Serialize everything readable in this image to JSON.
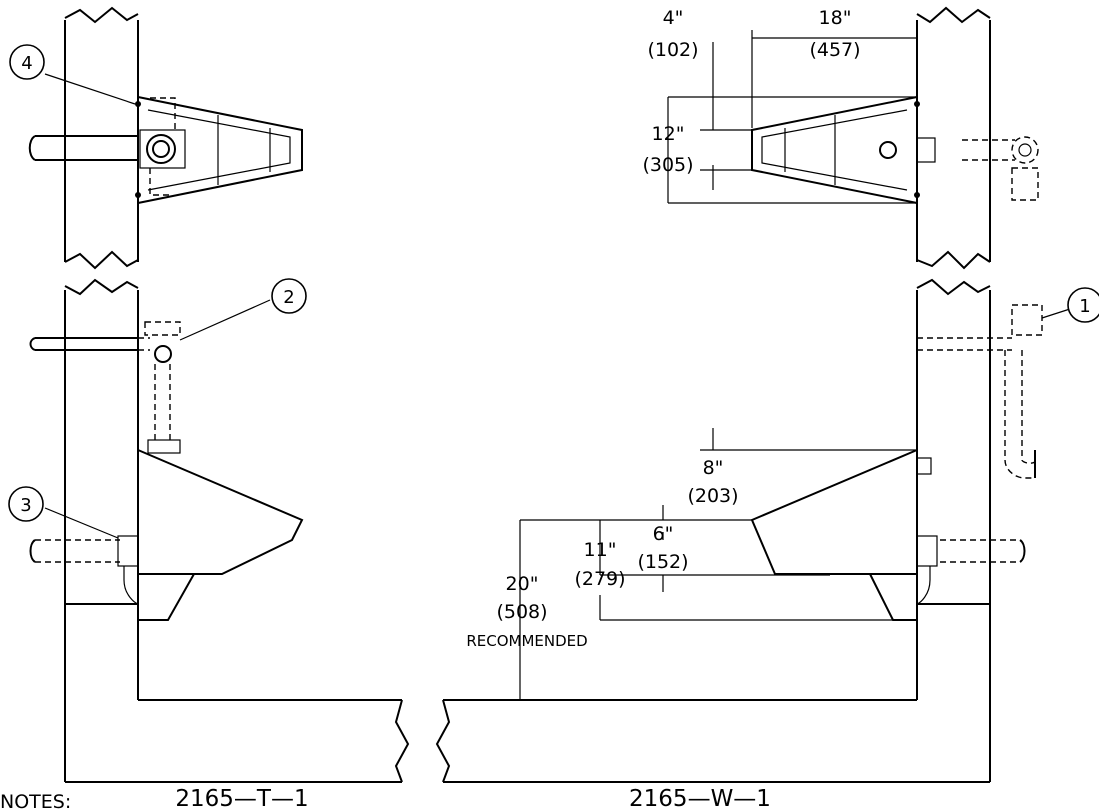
{
  "callouts": [
    "1",
    "2",
    "3",
    "4"
  ],
  "dimensions": {
    "d18": {
      "in": "18\"",
      "mm": "(457)"
    },
    "d4": {
      "in": "4\"",
      "mm": "(102)"
    },
    "d12": {
      "in": "12\"",
      "mm": "(305)"
    },
    "d8": {
      "in": "8\"",
      "mm": "(203)"
    },
    "d6": {
      "in": "6\"",
      "mm": "(152)"
    },
    "d11": {
      "in": "11\"",
      "mm": "(279)"
    },
    "d20": {
      "in": "20\"",
      "mm": "(508)",
      "note": "RECOMMENDED"
    }
  },
  "captions": {
    "left": "2165—T—1",
    "right": "2165—W—1"
  },
  "notes_label": "NOTES:"
}
